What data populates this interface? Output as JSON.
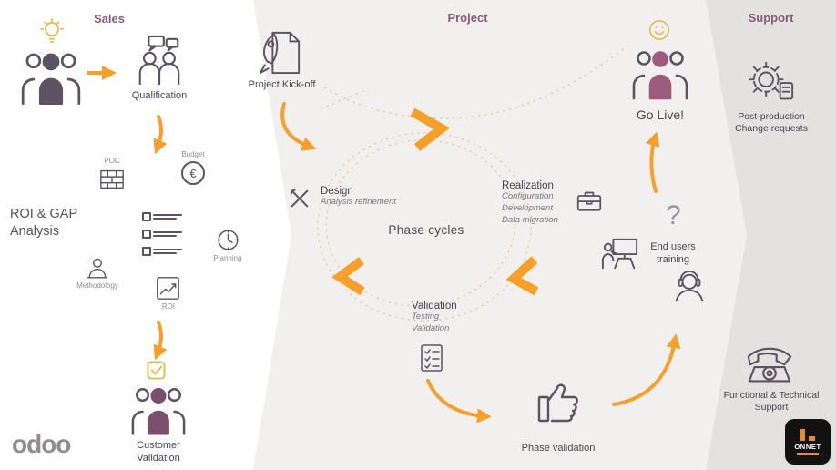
{
  "headers": {
    "sales": "Sales",
    "project": "Project",
    "support": "Support"
  },
  "sales": {
    "qualification": "Qualification",
    "roi_gap_line1": "ROI & GAP",
    "roi_gap_line2": "Analysis",
    "poc": "POC",
    "budget": "Budget",
    "budget_symbol": "€",
    "planning": "Planning",
    "methodology": "Methodology",
    "roi": "ROI",
    "customer_line1": "Customer",
    "customer_line2": "Validation"
  },
  "project": {
    "kickoff": "Project Kick-off",
    "phase_cycles": "Phase cycles",
    "design_title": "Design",
    "design_sub": "Analysis refinement",
    "realization_title": "Realization",
    "realization_subs": [
      "Configuration",
      "Development",
      "Data migration"
    ],
    "validation_title": "Validation",
    "validation_subs": [
      "Testing",
      "Validation"
    ],
    "phase_validation": "Phase validation",
    "training_line1": "End users",
    "training_line2": "training",
    "question_mark": "?",
    "go_live": "Go Live!"
  },
  "support": {
    "post_line1": "Post-production",
    "post_line2": "Change requests",
    "func_line1": "Functional & Technical",
    "func_line2": "Support"
  },
  "logos": {
    "odoo": "odoo",
    "onnet": "ONNET"
  },
  "colors": {
    "heading": "#875A7B",
    "orange": "#F6A02B",
    "icon": "#5C5261",
    "dashed": "#E9CDA4"
  }
}
